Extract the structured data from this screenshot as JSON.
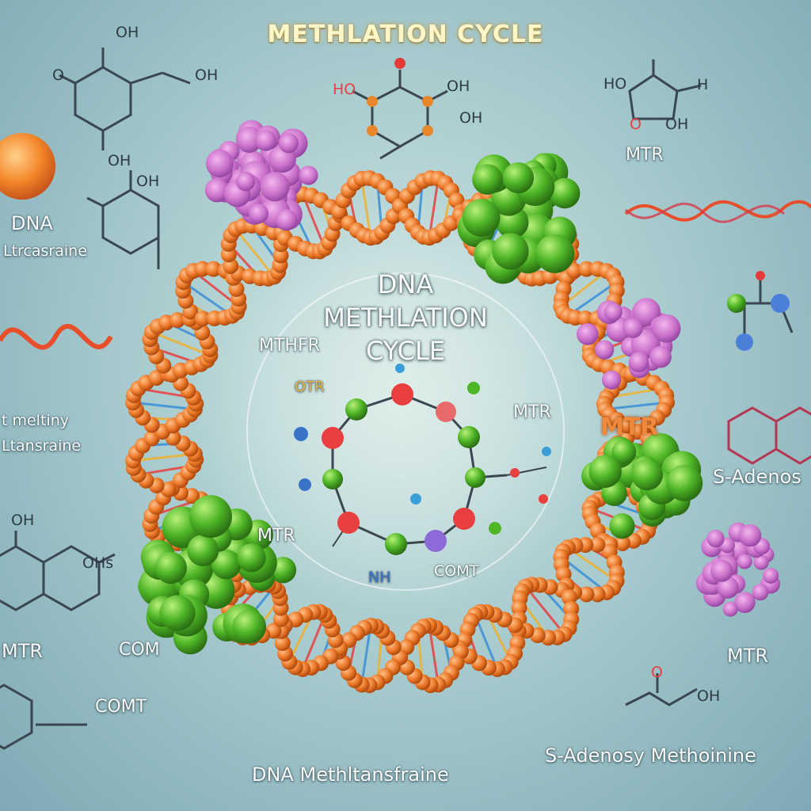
{
  "title": "METHLATION CYCLE",
  "center_title": [
    "DNA",
    "METHLATION",
    "CYCLE"
  ],
  "labels": {
    "dna_left_1": "DNA",
    "dna_left_2": "Ltrcasraine",
    "methyl_left_1": "t meltiny",
    "methyl_left_2": "Ltansraine",
    "mtr_left": "MTR",
    "com_left": "COM",
    "comt_left": "COMT",
    "mthfr": "MTHFR",
    "mtr_inner_right": "MTR",
    "mtr_inner_left": "MTR",
    "comt_inner": "COMT",
    "nh_inner": "NH",
    "otr_inner": "OTR",
    "mtr_top_right": "MTR",
    "mtr_overlay": "MTR",
    "s_adenos": "S-Adenos",
    "mtr_bottom_right": "MTR",
    "s_adenosy": "S-Adenosy Methoinine",
    "dna_bottom": "DNA Methltansfraine",
    "oh_1": "OH",
    "oh_2": "OH",
    "oh_3": "OH",
    "oh_4": "OH",
    "oh_5": "OH",
    "oh_6": "OH",
    "oh_7": "OH",
    "oh_8": "OH",
    "oh_9": "OHs",
    "oh_10": "OH",
    "ho_1": "HO",
    "ho_2": "HO",
    "o_1": "O",
    "o_2": "O",
    "o_3": "O",
    "h_1": "H"
  },
  "colors": {
    "backbone": "#ec7a2a",
    "enzyme_green": "#5cc52a",
    "enzyme_pink": "#c97bd8",
    "ring_line": "#3a4650"
  }
}
